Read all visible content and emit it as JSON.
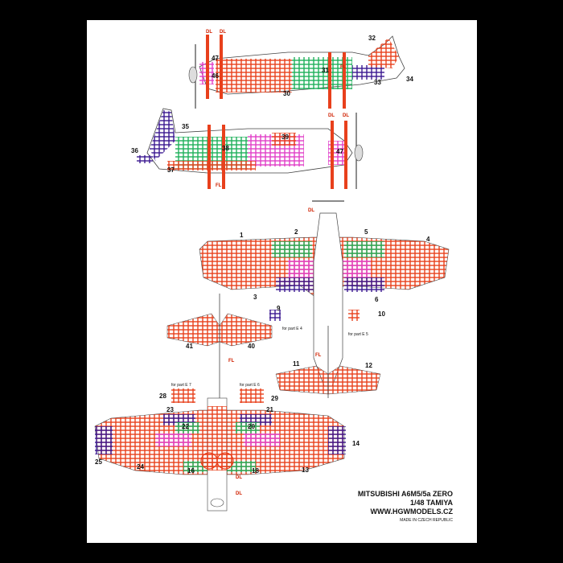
{
  "footer": {
    "title": "MITSUBISHI A6M5/5a ZERO",
    "scale": "1/48 TAMIYA",
    "website": "WWW.HGWMODELS.CZ",
    "origin": "MADE IN CZECH REPUBLIC"
  },
  "labels": {
    "dl": "DL",
    "fl": "FL",
    "part_e4": "for part E 4",
    "part_e5": "for part E 5",
    "part_e7": "for part E 7",
    "part_e6": "for part E 6"
  },
  "part_numbers": [
    "1",
    "2",
    "3",
    "4",
    "5",
    "6",
    "9",
    "10",
    "11",
    "12",
    "13",
    "14",
    "16",
    "18",
    "20",
    "21",
    "22",
    "23",
    "24",
    "25",
    "28",
    "29",
    "30",
    "31",
    "32",
    "33",
    "34",
    "35",
    "36",
    "37",
    "38",
    "39",
    "40",
    "41",
    "46",
    "47"
  ],
  "colors": {
    "red": "#e8401c",
    "green": "#1fb05a",
    "magenta": "#e040c8",
    "purple": "#3a1890",
    "outline": "#444444"
  }
}
